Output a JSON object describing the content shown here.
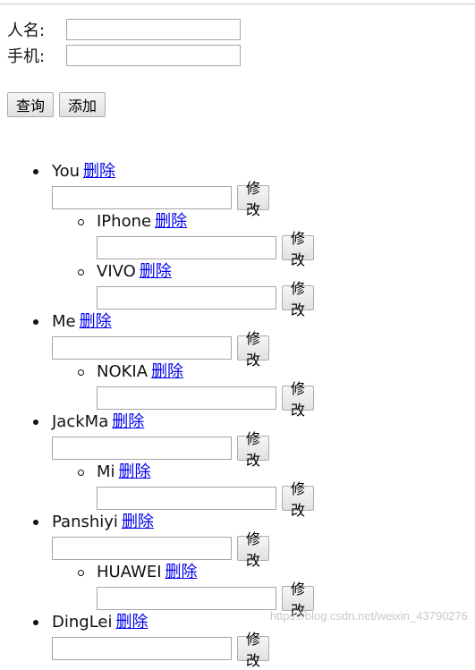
{
  "form": {
    "name_label": "人名:",
    "phone_label": "手机:",
    "name_value": "",
    "phone_value": "",
    "query_label": "查询",
    "add_label": "添加"
  },
  "tree": {
    "delete_label": "删除",
    "modify_label": "修改",
    "people": [
      {
        "name": "You",
        "phones": [
          "IPhone",
          "VIVO"
        ]
      },
      {
        "name": "Me",
        "phones": [
          "NOKIA"
        ]
      },
      {
        "name": "JackMa",
        "phones": [
          "Mi"
        ]
      },
      {
        "name": "Panshiyi",
        "phones": [
          "HUAWEI"
        ]
      },
      {
        "name": "DingLei",
        "phones": []
      }
    ]
  },
  "watermark": "https://blog.csdn.net/weixin_43790276"
}
